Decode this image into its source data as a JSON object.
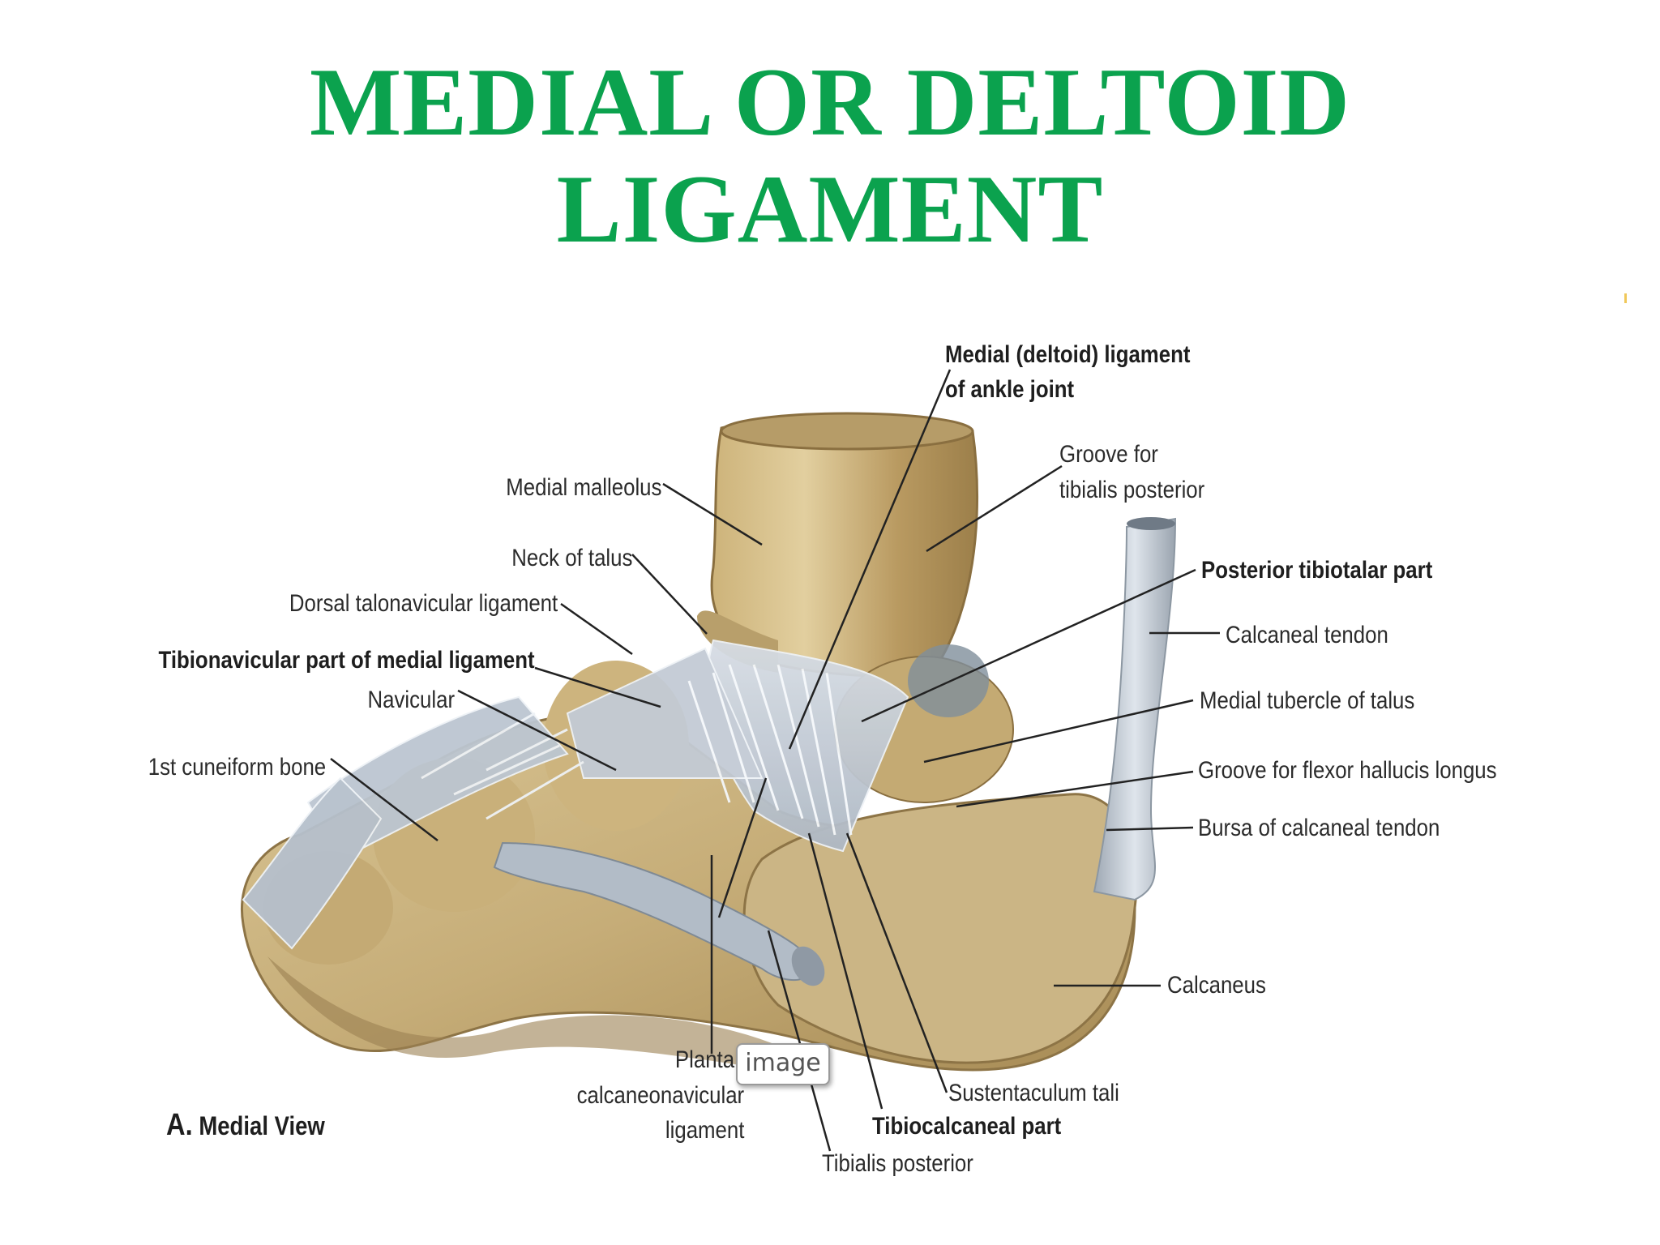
{
  "title": {
    "line1": "MEDIAL OR DELTOID",
    "line2": "LIGAMENT",
    "color": "#0ba24e"
  },
  "figure": {
    "view_letter": "A.",
    "view_label": "Medial View",
    "tooltip": "image",
    "labels": {
      "medial_deltoid_1": "Medial (deltoid) ligament",
      "medial_deltoid_2": "of ankle joint",
      "groove_tp_1": "Groove for",
      "groove_tp_2": "tibialis posterior",
      "medial_malleolus": "Medial malleolus",
      "neck_talus": "Neck of talus",
      "dorsal_tn": "Dorsal talonavicular ligament",
      "tibionavicular": "Tibionavicular part of medial ligament",
      "navicular": "Navicular",
      "cuneiform": "1st cuneiform bone",
      "posterior_tibiotalar": "Posterior tibiotalar part",
      "calcaneal_tendon": "Calcaneal tendon",
      "medial_tubercle": "Medial tubercle of talus",
      "groove_fhl": "Groove for flexor hallucis longus",
      "bursa": "Bursa of calcaneal tendon",
      "calcaneus": "Calcaneus",
      "plantar_1": "Planta",
      "plantar_2": "calcaneonavicular",
      "plantar_3": "ligament",
      "sustentaculum": "Sustentaculum tali",
      "tibiocalcaneal": "Tibiocalcaneal part",
      "tibialis_posterior": "Tibialis posterior"
    },
    "colors": {
      "bone": "#c9b27f",
      "bone_dark": "#a88f5a",
      "ligament": "#c4ccd6",
      "tendon": "#b9c2cc"
    }
  }
}
